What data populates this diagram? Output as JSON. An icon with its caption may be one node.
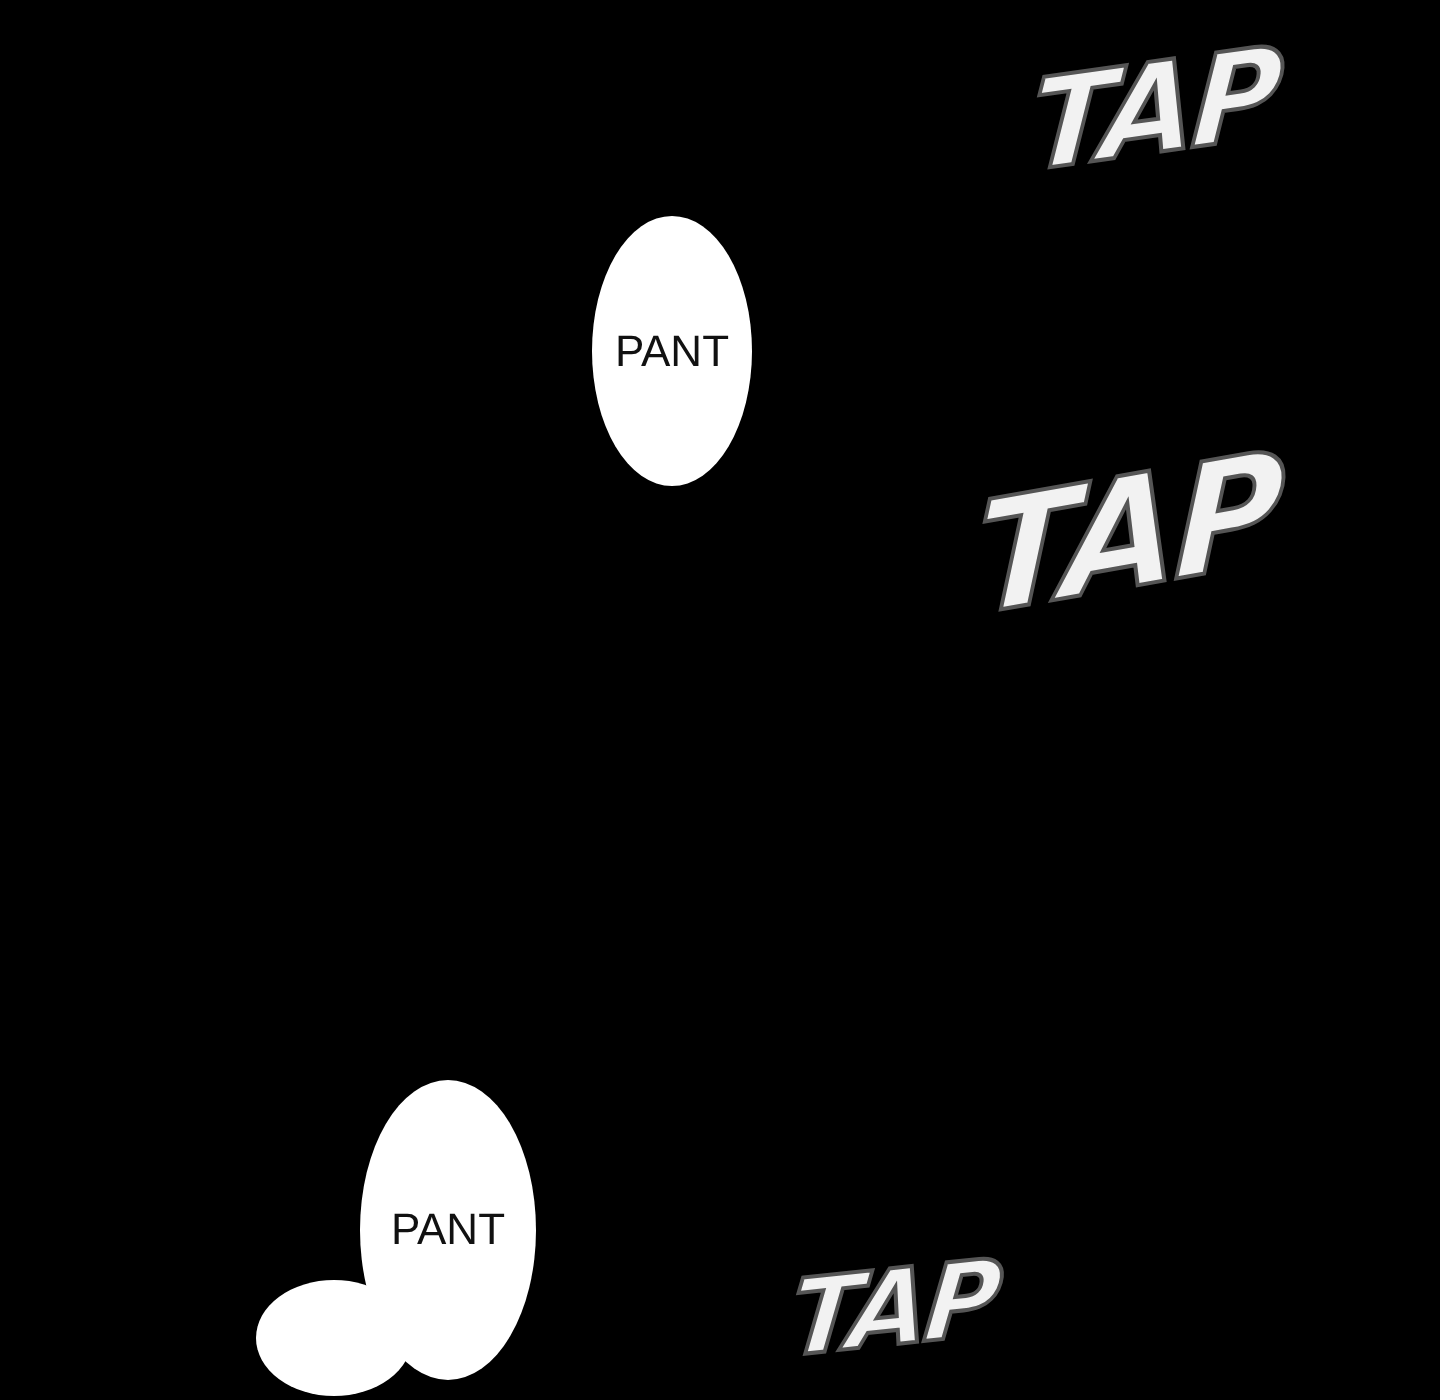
{
  "diagram": {
    "nodes": [
      {
        "text": [
          "PANT"
        ]
      },
      {
        "text": [
          "PANT"
        ]
      },
      {
        "text": [],
        "shape": "circle"
      }
    ],
    "labels": [
      "TAP",
      "TAP",
      "TAP"
    ]
  }
}
